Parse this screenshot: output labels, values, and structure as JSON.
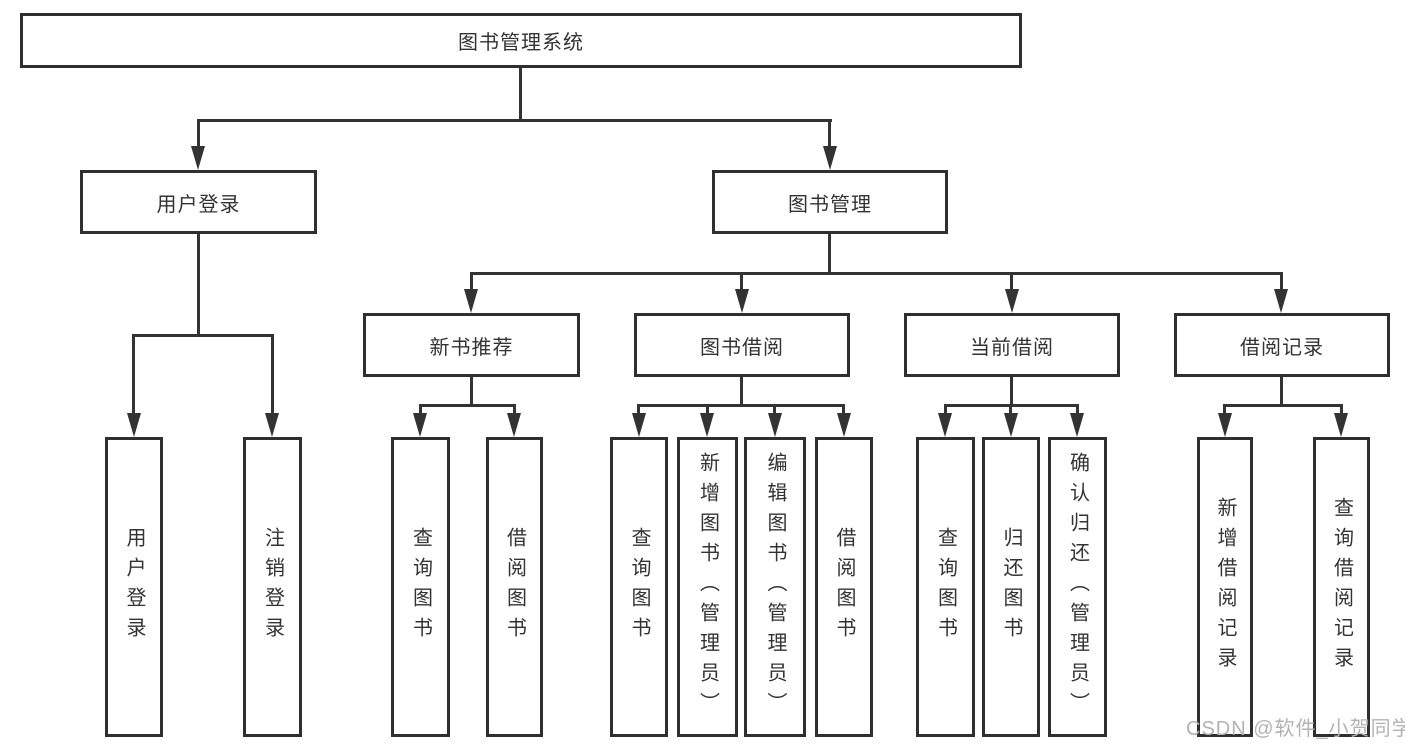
{
  "watermark": {
    "text": "CSDN @软件_小贺同学"
  },
  "colors": {
    "line": "#333333",
    "border": "#2f2f2f",
    "text": "#333333",
    "watermark": "#b3b3b3",
    "background": "#ffffff"
  },
  "tree": {
    "root": {
      "label": "图书管理系统"
    },
    "branches": [
      {
        "label": "用户登录",
        "children": [
          {
            "label": "用户登录"
          },
          {
            "label": "注销登录"
          }
        ]
      },
      {
        "label": "图书管理",
        "children": [
          {
            "label": "新书推荐",
            "children": [
              {
                "label": "查询图书"
              },
              {
                "label": "借阅图书"
              }
            ]
          },
          {
            "label": "图书借阅",
            "children": [
              {
                "label": "查询图书"
              },
              {
                "label": "新增图书（管理员）"
              },
              {
                "label": "编辑图书（管理员）"
              },
              {
                "label": "借阅图书"
              }
            ]
          },
          {
            "label": "当前借阅",
            "children": [
              {
                "label": "查询图书"
              },
              {
                "label": "归还图书"
              },
              {
                "label": "确认归还（管理员）"
              }
            ]
          },
          {
            "label": "借阅记录",
            "children": [
              {
                "label": "新增借阅记录"
              },
              {
                "label": "查询借阅记录"
              }
            ]
          }
        ]
      }
    ]
  }
}
